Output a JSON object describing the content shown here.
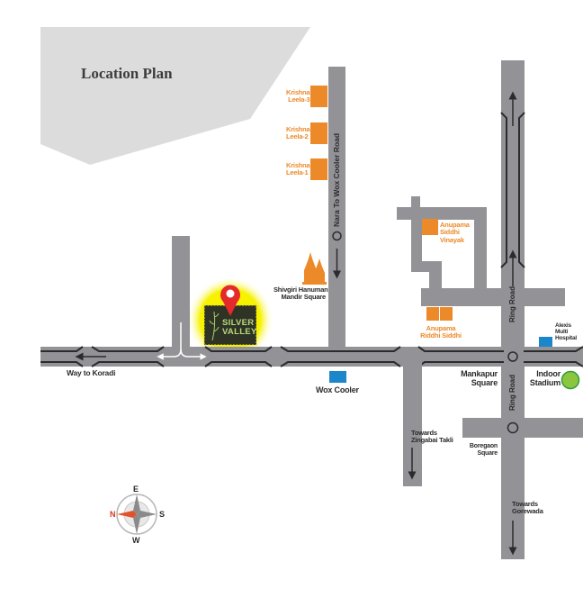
{
  "title": "Location Plan",
  "project": {
    "name_line1": "SILVER",
    "name_line2": "VALLEY"
  },
  "roads": {
    "nara_road": "Nara To Wox Cooler Road",
    "ring_road_upper": "Ring Road",
    "ring_road_lower": "Ring Road",
    "way_to_koradi": "Way to Koradi"
  },
  "landmarks": {
    "krishna_leela_3": [
      "Krishna",
      "Leela-3"
    ],
    "krishna_leela_2": [
      "Krishna",
      "Leela-2"
    ],
    "krishna_leela_1": [
      "Krishna",
      "Leela-1"
    ],
    "anupama_siddhi_vinayak": [
      "Anupama",
      "Siddhi",
      "Vinayak"
    ],
    "anupama_riddhi_siddhi": [
      "Anupama",
      "Riddhi Siddhi"
    ],
    "shivgiri": [
      "Shivgiri Hanuman",
      "Mandir Square"
    ],
    "wox_cooler": "Wox Cooler",
    "mankapur": [
      "Mankapur",
      "Square"
    ],
    "indoor_stadium": [
      "Indoor",
      "Stadium"
    ],
    "alexis": [
      "Alexis",
      "Multi",
      "Hospital"
    ],
    "zingabai": [
      "Towards",
      "Zingabai Takli"
    ],
    "boregaon": [
      "Boregaon",
      "Square"
    ],
    "gorewada": [
      "Towards",
      "Gorewada"
    ]
  },
  "compass": {
    "n": "N",
    "e": "E",
    "s": "S",
    "w": "W"
  },
  "colors": {
    "road": "#939296",
    "building": "#ec8a2a",
    "blue_marker": "#1b86c9",
    "stadium": "#8cc63f",
    "highlight": "#f5f000",
    "pin": "#e42a2a",
    "title_panel": "#dcdcdc"
  }
}
